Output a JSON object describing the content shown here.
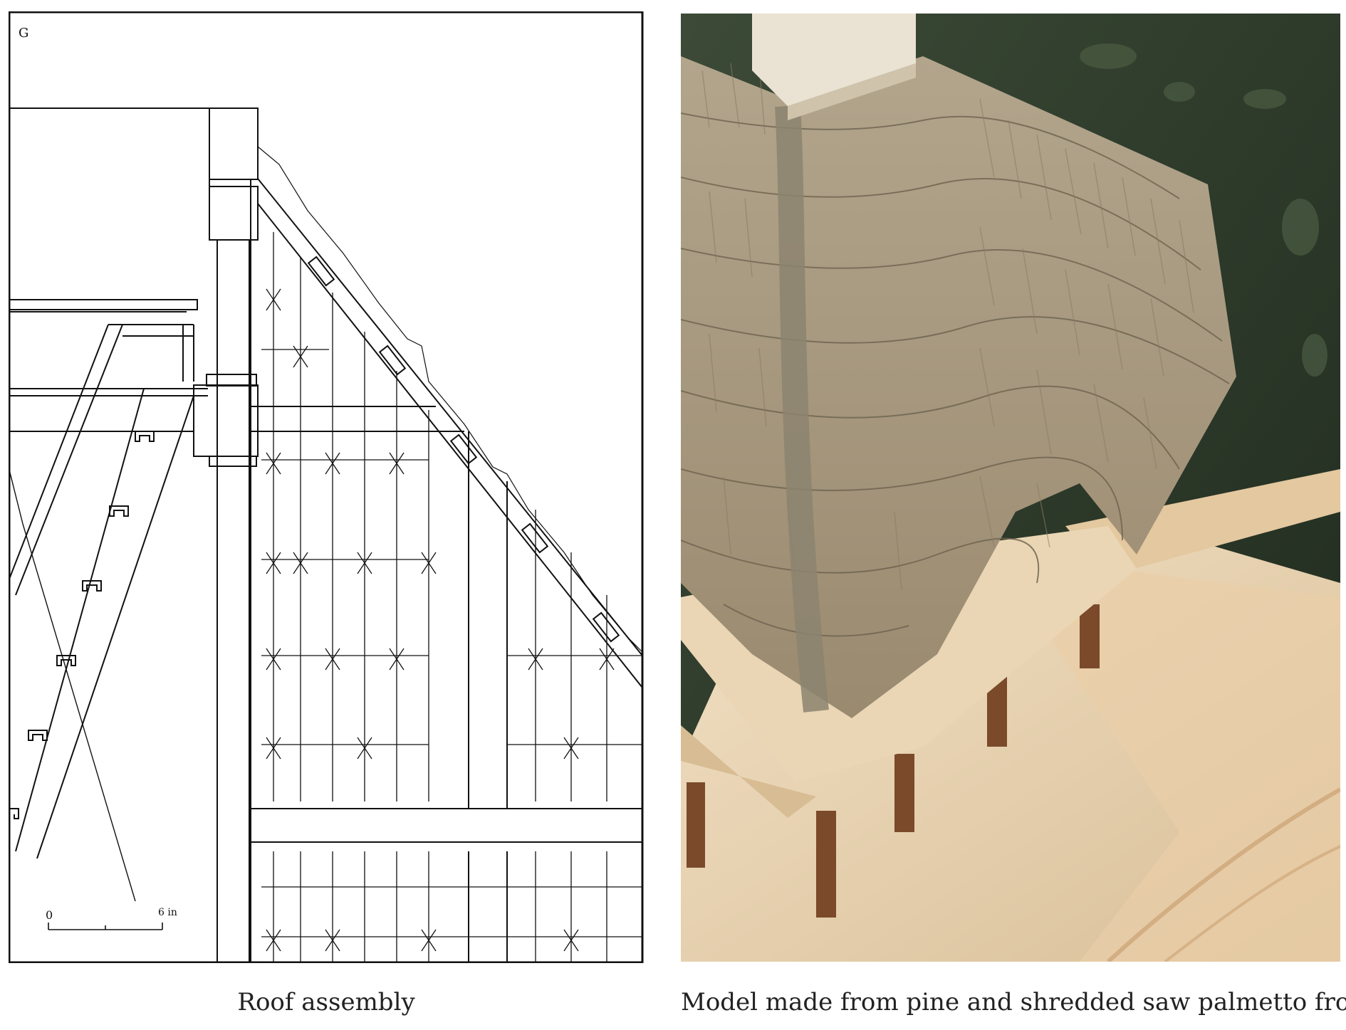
{
  "figure_letter": "G",
  "scale_bar": {
    "start_label": "0",
    "end_label": "6 in"
  },
  "captions": {
    "left": "Roof assembly",
    "right": "Model made from pine and shredded saw palmetto fronds"
  },
  "colors": {
    "ink": "#111111",
    "thatch": "#a89a80",
    "pine": "#e8d4b6",
    "foliage": "#2f3d2c"
  }
}
